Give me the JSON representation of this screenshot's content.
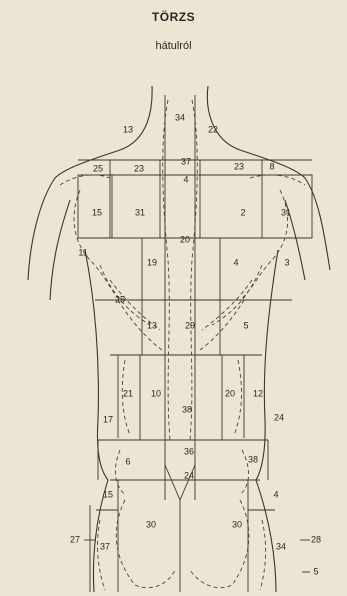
{
  "header": {
    "title": "TÖRZS",
    "subtitle": "hátulról"
  },
  "zones": [
    {
      "id": "z-34",
      "label": "34"
    },
    {
      "id": "z-13a",
      "label": "13"
    },
    {
      "id": "z-22",
      "label": "22"
    },
    {
      "id": "z-37a",
      "label": "37"
    },
    {
      "id": "z-25a",
      "label": "25"
    },
    {
      "id": "z-23a",
      "label": "23"
    },
    {
      "id": "z-23b",
      "label": "23"
    },
    {
      "id": "z-8",
      "label": "8"
    },
    {
      "id": "z-4a",
      "label": "4"
    },
    {
      "id": "z-15a",
      "label": "15"
    },
    {
      "id": "z-31a",
      "label": "31"
    },
    {
      "id": "z-2",
      "label": "2"
    },
    {
      "id": "z-31b",
      "label": "31"
    },
    {
      "id": "z-20a",
      "label": "20"
    },
    {
      "id": "z-11",
      "label": "11"
    },
    {
      "id": "z-19",
      "label": "19"
    },
    {
      "id": "z-4b",
      "label": "4"
    },
    {
      "id": "z-3",
      "label": "3"
    },
    {
      "id": "z-25b",
      "label": "25"
    },
    {
      "id": "z-13b",
      "label": "13"
    },
    {
      "id": "z-29",
      "label": "29"
    },
    {
      "id": "z-5a",
      "label": "5"
    },
    {
      "id": "z-21",
      "label": "21"
    },
    {
      "id": "z-10",
      "label": "10"
    },
    {
      "id": "z-20b",
      "label": "20"
    },
    {
      "id": "z-12",
      "label": "12"
    },
    {
      "id": "z-17",
      "label": "17"
    },
    {
      "id": "z-38a",
      "label": "38"
    },
    {
      "id": "z-24a",
      "label": "24"
    },
    {
      "id": "z-36",
      "label": "36"
    },
    {
      "id": "z-6",
      "label": "6"
    },
    {
      "id": "z-24b",
      "label": "24"
    },
    {
      "id": "z-38b",
      "label": "38"
    },
    {
      "id": "z-15b",
      "label": "15"
    },
    {
      "id": "z-4c",
      "label": "4"
    },
    {
      "id": "z-30a",
      "label": "30"
    },
    {
      "id": "z-30b",
      "label": "30"
    },
    {
      "id": "z-37b",
      "label": "37"
    },
    {
      "id": "z-34b",
      "label": "34"
    },
    {
      "id": "z-5b",
      "label": "5"
    }
  ],
  "side_labels": [
    {
      "id": "s-27",
      "label": "27"
    },
    {
      "id": "s-28",
      "label": "28"
    },
    {
      "id": "s-5",
      "label": "5"
    }
  ]
}
